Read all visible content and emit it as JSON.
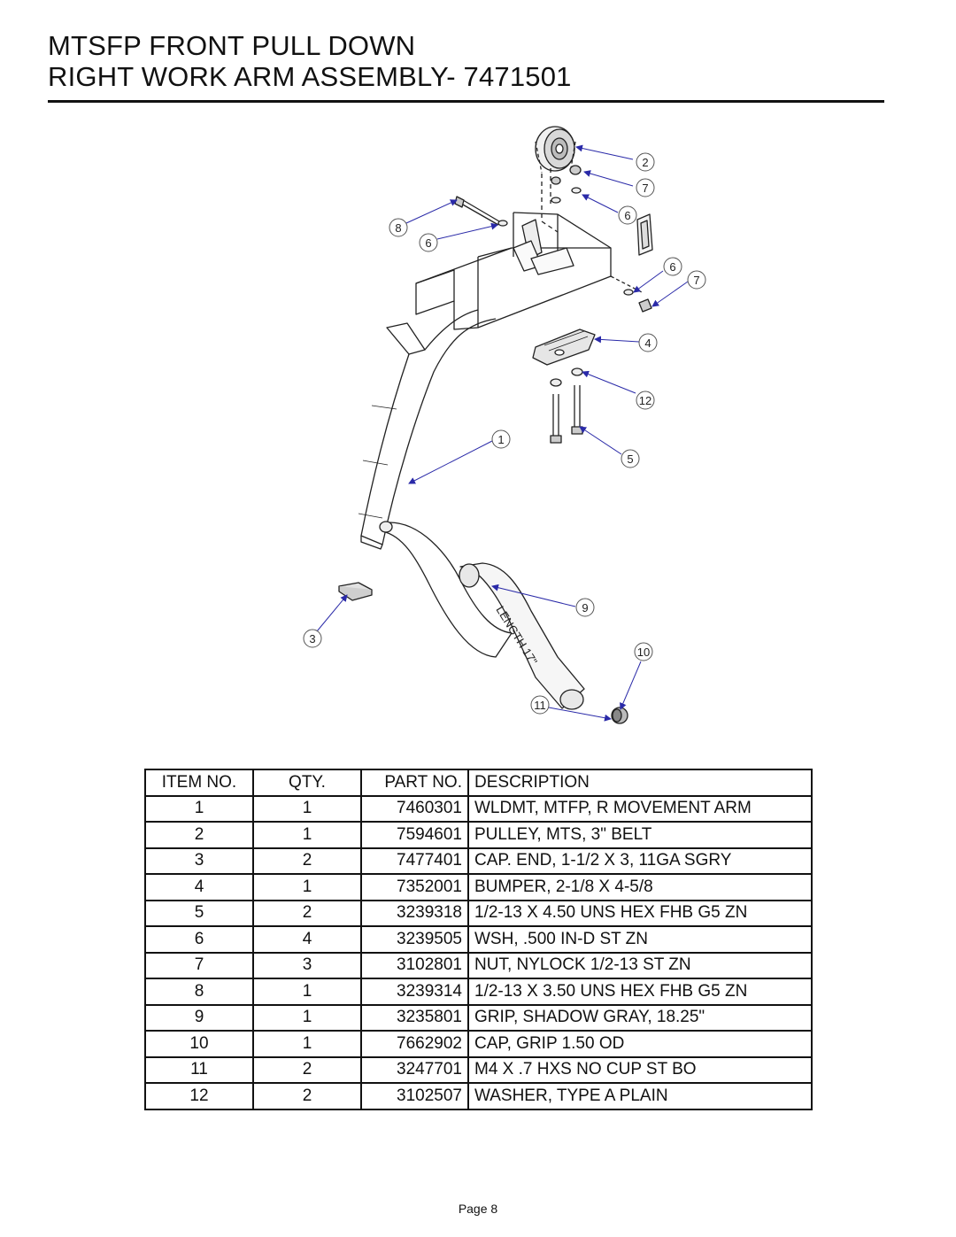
{
  "title": {
    "line1": "MTSFP FRONT PULL DOWN",
    "line2": "RIGHT WORK ARM ASSEMBLY- 7471501"
  },
  "diagram": {
    "callouts": [
      "2",
      "7",
      "6",
      "8",
      "6",
      "6",
      "7",
      "4",
      "12",
      "1",
      "5",
      "9",
      "3",
      "10",
      "11"
    ],
    "length_note": "LENGTH 17\""
  },
  "table": {
    "headers": [
      "ITEM NO.",
      "QTY.",
      "PART NO.",
      "DESCRIPTION"
    ],
    "rows": [
      [
        "1",
        "1",
        "7460301",
        "WLDMT, MTFP, R MOVEMENT ARM"
      ],
      [
        "2",
        "1",
        "7594601",
        "PULLEY, MTS, 3\" BELT"
      ],
      [
        "3",
        "2",
        "7477401",
        "CAP. END, 1-1/2 X 3, 11GA SGRY"
      ],
      [
        "4",
        "1",
        "7352001",
        "BUMPER, 2-1/8 X 4-5/8"
      ],
      [
        "5",
        "2",
        "3239318",
        "1/2-13 X 4.50 UNS HEX FHB G5 ZN"
      ],
      [
        "6",
        "4",
        "3239505",
        "WSH,  .500 IN-D ST ZN"
      ],
      [
        "7",
        "3",
        "3102801",
        "NUT, NYLOCK 1/2-13 ST ZN"
      ],
      [
        "8",
        "1",
        "3239314",
        "1/2-13 X 3.50 UNS HEX FHB G5 ZN"
      ],
      [
        "9",
        "1",
        "3235801",
        "GRIP, SHADOW GRAY, 18.25\""
      ],
      [
        "10",
        "1",
        "7662902",
        "CAP, GRIP 1.50 OD"
      ],
      [
        "11",
        "2",
        "3247701",
        "M4 X .7 HXS NO CUP ST BO"
      ],
      [
        "12",
        "2",
        "3102507",
        "WASHER, TYPE A PLAIN"
      ]
    ]
  },
  "footer": {
    "page": "Page 8"
  },
  "colors": {
    "callout_line": "#2a2aa8",
    "ink": "#111111"
  }
}
